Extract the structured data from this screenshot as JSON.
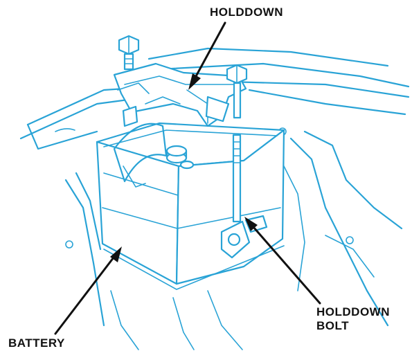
{
  "labels": {
    "holddown": "HOLDDOWN",
    "holddown_bolt_line1": "HOLDDOWN",
    "holddown_bolt_line2": "BOLT",
    "battery": "BATTERY"
  },
  "colors": {
    "line_art": "#29a3d6",
    "label_text": "#111111",
    "background": "#ffffff"
  }
}
